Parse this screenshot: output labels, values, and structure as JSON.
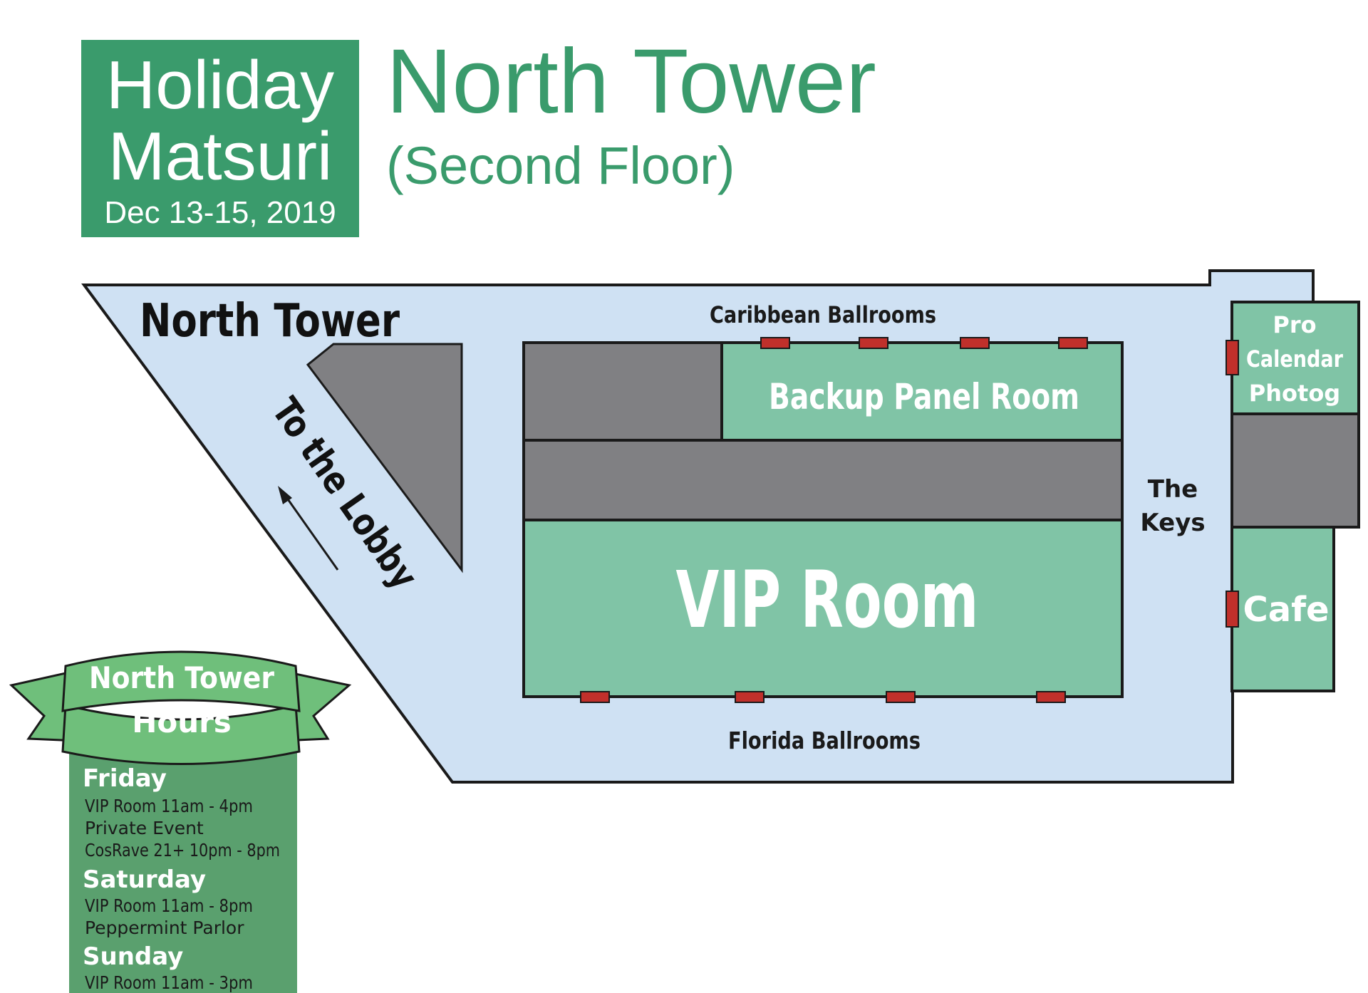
{
  "logo": {
    "line1": "Holiday",
    "line2": "Matsuri",
    "dates": "Dec 13-15, 2019"
  },
  "title": {
    "main": "North Tower",
    "sub": "(Second Floor)"
  },
  "map": {
    "tower_label": "North Tower",
    "lobby_label": "To the Lobby",
    "caribbean_label": "Caribbean Ballrooms",
    "florida_label": "Florida Ballrooms",
    "keys_line1": "The",
    "keys_line2": "Keys",
    "backup_room": "Backup Panel Room",
    "vip_room": "VIP Room",
    "pro_line1": "Pro",
    "pro_line2": "Calendar",
    "pro_line3": "Photog",
    "cafe": "Cafe"
  },
  "hours": {
    "banner_line1": "North Tower",
    "banner_line2": "Hours",
    "days": [
      {
        "day": "Friday",
        "events": [
          "VIP Room 11am - 4pm",
          "Private Event",
          "CosRave 21+ 10pm - 8pm"
        ]
      },
      {
        "day": "Saturday",
        "events": [
          "VIP Room 11am - 8pm",
          "Peppermint Parlor"
        ]
      },
      {
        "day": "Sunday",
        "events": [
          "VIP Room 11am - 3pm"
        ]
      }
    ]
  },
  "colors": {
    "brand_green": "#3a9b6c",
    "room_green": "#80c4a6",
    "hall_blue": "#cfe1f3",
    "wall_gray": "#808083",
    "door_red": "#c0302b",
    "banner_green": "#6fbf7b",
    "hours_green": "#5aa06e"
  }
}
